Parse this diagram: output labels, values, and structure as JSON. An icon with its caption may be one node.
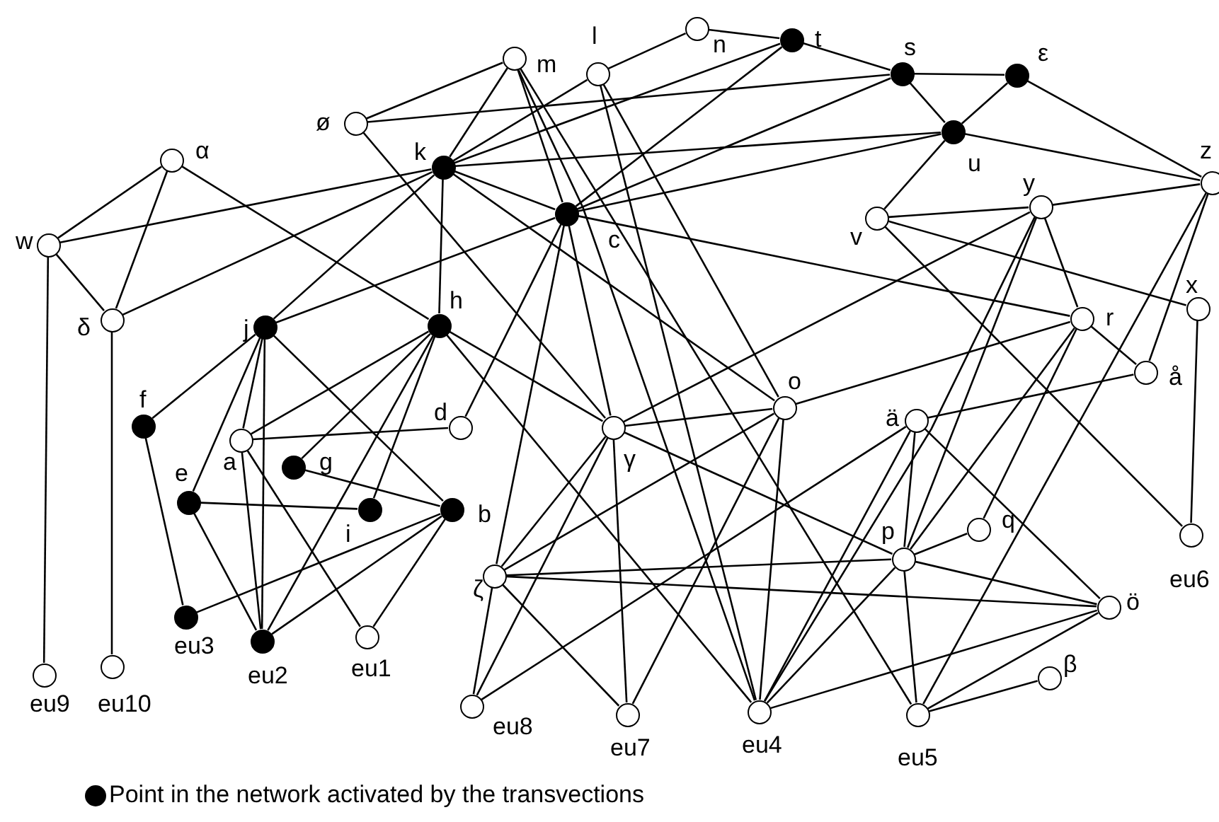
{
  "diagram": {
    "nodes": [
      {
        "text": [],
        "shape": "circle",
        "beside": [
          "n"
        ]
      },
      {
        "text": [],
        "shape": "dot",
        "beside": [
          "t"
        ]
      },
      {
        "text": [],
        "shape": "circle",
        "beside": [
          "m"
        ]
      },
      {
        "text": [],
        "shape": "circle",
        "beside": [
          "l"
        ]
      },
      {
        "text": [],
        "shape": "dot",
        "beside": [
          "s"
        ]
      },
      {
        "text": [],
        "shape": "dot",
        "beside": [
          "ε"
        ]
      },
      {
        "text": [],
        "shape": "circle",
        "beside": [
          "ø"
        ]
      },
      {
        "text": [],
        "shape": "dot",
        "beside": [
          "u"
        ]
      },
      {
        "text": [],
        "shape": "circle",
        "beside": [
          "α"
        ]
      },
      {
        "text": [],
        "shape": "dot",
        "beside": [
          "k"
        ]
      },
      {
        "text": [],
        "shape": "circle",
        "beside": [
          "z"
        ]
      },
      {
        "text": [],
        "shape": "circle",
        "beside": [
          "y"
        ]
      },
      {
        "text": [],
        "shape": "dot",
        "beside": [
          "c"
        ]
      },
      {
        "text": [],
        "shape": "circle",
        "beside": [
          "v"
        ]
      },
      {
        "text": [],
        "shape": "circle",
        "beside": [
          "w"
        ]
      },
      {
        "text": [],
        "shape": "circle",
        "beside": [
          "x"
        ]
      },
      {
        "text": [],
        "shape": "circle",
        "beside": [
          "r"
        ]
      },
      {
        "text": [],
        "shape": "circle",
        "beside": [
          "δ"
        ]
      },
      {
        "text": [],
        "shape": "dot",
        "beside": [
          "j"
        ]
      },
      {
        "text": [],
        "shape": "dot",
        "beside": [
          "h"
        ]
      },
      {
        "text": [],
        "shape": "circle",
        "beside": [
          "å"
        ]
      },
      {
        "text": [],
        "shape": "circle",
        "beside": [
          "γ"
        ]
      },
      {
        "text": [],
        "shape": "circle",
        "beside": [
          "o"
        ]
      },
      {
        "text": [],
        "shape": "circle",
        "beside": [
          "ä"
        ]
      },
      {
        "text": [],
        "shape": "dot",
        "beside": [
          "f"
        ]
      },
      {
        "text": [],
        "shape": "circle",
        "beside": [
          "d"
        ]
      },
      {
        "text": [],
        "shape": "circle",
        "beside": [
          "a"
        ]
      },
      {
        "text": [],
        "shape": "dot",
        "beside": [
          "g"
        ]
      },
      {
        "text": [],
        "shape": "dot",
        "beside": [
          "e"
        ]
      },
      {
        "text": [],
        "shape": "dot",
        "beside": [
          "i"
        ]
      },
      {
        "text": [],
        "shape": "dot",
        "beside": [
          "b"
        ]
      },
      {
        "text": [],
        "shape": "circle",
        "beside": [
          "q"
        ]
      },
      {
        "text": [],
        "shape": "circle",
        "beside": [
          "eu6"
        ]
      },
      {
        "text": [],
        "shape": "circle",
        "beside": [
          "p"
        ]
      },
      {
        "text": [],
        "shape": "circle",
        "beside": [
          "ζ"
        ]
      },
      {
        "text": [],
        "shape": "circle",
        "beside": [
          "ö"
        ]
      },
      {
        "text": [],
        "shape": "dot",
        "beside": [
          "eu3"
        ]
      },
      {
        "text": [],
        "shape": "dot",
        "beside": [
          "eu2"
        ]
      },
      {
        "text": [],
        "shape": "circle",
        "beside": [
          "eu1"
        ]
      },
      {
        "text": [],
        "shape": "circle",
        "beside": [
          "eu9"
        ]
      },
      {
        "text": [],
        "shape": "circle",
        "beside": [
          "eu10"
        ]
      },
      {
        "text": [],
        "shape": "circle",
        "beside": [
          "β"
        ]
      },
      {
        "text": [],
        "shape": "circle",
        "beside": [
          "eu8"
        ]
      },
      {
        "text": [],
        "shape": "circle",
        "beside": [
          "eu7"
        ]
      },
      {
        "text": [],
        "shape": "circle",
        "beside": [
          "eu4"
        ]
      },
      {
        "text": [],
        "shape": "circle",
        "beside": [
          "eu5"
        ]
      }
    ],
    "edges": [
      {
        "from": 3,
        "to": 0,
        "arrow": "none"
      },
      {
        "from": 0,
        "to": 1,
        "arrow": "none"
      },
      {
        "from": 1,
        "to": 4,
        "arrow": "none"
      },
      {
        "from": 1,
        "to": 12,
        "arrow": "none"
      },
      {
        "from": 1,
        "to": 9,
        "arrow": "none"
      },
      {
        "from": 4,
        "to": 5,
        "arrow": "none"
      },
      {
        "from": 4,
        "to": 7,
        "arrow": "none"
      },
      {
        "from": 4,
        "to": 12,
        "arrow": "none"
      },
      {
        "from": 6,
        "to": 4,
        "arrow": "none"
      },
      {
        "from": 5,
        "to": 7,
        "arrow": "none"
      },
      {
        "from": 5,
        "to": 10,
        "arrow": "none"
      },
      {
        "from": 7,
        "to": 10,
        "arrow": "none"
      },
      {
        "from": 7,
        "to": 13,
        "arrow": "none"
      },
      {
        "from": 9,
        "to": 7,
        "arrow": "none"
      },
      {
        "from": 12,
        "to": 7,
        "arrow": "none"
      },
      {
        "from": 2,
        "to": 6,
        "arrow": "none"
      },
      {
        "from": 2,
        "to": 9,
        "arrow": "none"
      },
      {
        "from": 2,
        "to": 12,
        "arrow": "none"
      },
      {
        "from": 2,
        "to": 44,
        "arrow": "none"
      },
      {
        "from": 2,
        "to": 45,
        "arrow": "none"
      },
      {
        "from": 3,
        "to": 9,
        "arrow": "none"
      },
      {
        "from": 3,
        "to": 22,
        "arrow": "none"
      },
      {
        "from": 3,
        "to": 44,
        "arrow": "none"
      },
      {
        "from": 6,
        "to": 21,
        "arrow": "none"
      },
      {
        "from": 8,
        "to": 14,
        "arrow": "none"
      },
      {
        "from": 8,
        "to": 17,
        "arrow": "none"
      },
      {
        "from": 8,
        "to": 19,
        "arrow": "none"
      },
      {
        "from": 14,
        "to": 17,
        "arrow": "none"
      },
      {
        "from": 14,
        "to": 9,
        "arrow": "none"
      },
      {
        "from": 14,
        "to": 39,
        "arrow": "none"
      },
      {
        "from": 17,
        "to": 40,
        "arrow": "none"
      },
      {
        "from": 17,
        "to": 9,
        "arrow": "none"
      },
      {
        "from": 9,
        "to": 12,
        "arrow": "none"
      },
      {
        "from": 9,
        "to": 18,
        "arrow": "none"
      },
      {
        "from": 9,
        "to": 19,
        "arrow": "none"
      },
      {
        "from": 9,
        "to": 22,
        "arrow": "none"
      },
      {
        "from": 12,
        "to": 18,
        "arrow": "none"
      },
      {
        "from": 12,
        "to": 16,
        "arrow": "none"
      },
      {
        "from": 12,
        "to": 25,
        "arrow": "none"
      },
      {
        "from": 12,
        "to": 34,
        "arrow": "none"
      },
      {
        "from": 12,
        "to": 21,
        "arrow": "none"
      },
      {
        "from": 10,
        "to": 11,
        "arrow": "none"
      },
      {
        "from": 10,
        "to": 20,
        "arrow": "none"
      },
      {
        "from": 10,
        "to": 45,
        "arrow": "none"
      },
      {
        "from": 13,
        "to": 11,
        "arrow": "none"
      },
      {
        "from": 13,
        "to": 15,
        "arrow": "none"
      },
      {
        "from": 13,
        "to": 32,
        "arrow": "none"
      },
      {
        "from": 11,
        "to": 21,
        "arrow": "none"
      },
      {
        "from": 11,
        "to": 16,
        "arrow": "none"
      },
      {
        "from": 11,
        "to": 33,
        "arrow": "none"
      },
      {
        "from": 11,
        "to": 44,
        "arrow": "none"
      },
      {
        "from": 15,
        "to": 32,
        "arrow": "none"
      },
      {
        "from": 16,
        "to": 20,
        "arrow": "none"
      },
      {
        "from": 16,
        "to": 22,
        "arrow": "none"
      },
      {
        "from": 16,
        "to": 33,
        "arrow": "none"
      },
      {
        "from": 16,
        "to": 31,
        "arrow": "none"
      },
      {
        "from": 18,
        "to": 24,
        "arrow": "none"
      },
      {
        "from": 18,
        "to": 28,
        "arrow": "none"
      },
      {
        "from": 18,
        "to": 26,
        "arrow": "none"
      },
      {
        "from": 18,
        "to": 37,
        "arrow": "none"
      },
      {
        "from": 18,
        "to": 30,
        "arrow": "none"
      },
      {
        "from": 19,
        "to": 21,
        "arrow": "none"
      },
      {
        "from": 19,
        "to": 44,
        "arrow": "none"
      },
      {
        "from": 19,
        "to": 26,
        "arrow": "none"
      },
      {
        "from": 19,
        "to": 27,
        "arrow": "none"
      },
      {
        "from": 19,
        "to": 29,
        "arrow": "none"
      },
      {
        "from": 19,
        "to": 37,
        "arrow": "none"
      },
      {
        "from": 20,
        "to": 23,
        "arrow": "none"
      },
      {
        "from": 21,
        "to": 22,
        "arrow": "none"
      },
      {
        "from": 21,
        "to": 33,
        "arrow": "none"
      },
      {
        "from": 21,
        "to": 43,
        "arrow": "none"
      },
      {
        "from": 21,
        "to": 34,
        "arrow": "none"
      },
      {
        "from": 21,
        "to": 42,
        "arrow": "none"
      },
      {
        "from": 22,
        "to": 34,
        "arrow": "none"
      },
      {
        "from": 22,
        "to": 44,
        "arrow": "none"
      },
      {
        "from": 22,
        "to": 43,
        "arrow": "none"
      },
      {
        "from": 23,
        "to": 35,
        "arrow": "none"
      },
      {
        "from": 23,
        "to": 33,
        "arrow": "none"
      },
      {
        "from": 23,
        "to": 44,
        "arrow": "none"
      },
      {
        "from": 23,
        "to": 42,
        "arrow": "none"
      },
      {
        "from": 24,
        "to": 36,
        "arrow": "none"
      },
      {
        "from": 26,
        "to": 25,
        "arrow": "none"
      },
      {
        "from": 26,
        "to": 37,
        "arrow": "none"
      },
      {
        "from": 26,
        "to": 38,
        "arrow": "none"
      },
      {
        "from": 27,
        "to": 30,
        "arrow": "none"
      },
      {
        "from": 28,
        "to": 29,
        "arrow": "none"
      },
      {
        "from": 28,
        "to": 37,
        "arrow": "none"
      },
      {
        "from": 30,
        "to": 36,
        "arrow": "none"
      },
      {
        "from": 30,
        "to": 37,
        "arrow": "none"
      },
      {
        "from": 30,
        "to": 38,
        "arrow": "none"
      },
      {
        "from": 31,
        "to": 33,
        "arrow": "none"
      },
      {
        "from": 33,
        "to": 35,
        "arrow": "none"
      },
      {
        "from": 33,
        "to": 45,
        "arrow": "none"
      },
      {
        "from": 33,
        "to": 44,
        "arrow": "none"
      },
      {
        "from": 33,
        "to": 34,
        "arrow": "none"
      },
      {
        "from": 34,
        "to": 35,
        "arrow": "none"
      },
      {
        "from": 34,
        "to": 42,
        "arrow": "none"
      },
      {
        "from": 34,
        "to": 43,
        "arrow": "none"
      },
      {
        "from": 35,
        "to": 44,
        "arrow": "none"
      },
      {
        "from": 35,
        "to": 45,
        "arrow": "none"
      },
      {
        "from": 41,
        "to": 45,
        "arrow": "none"
      }
    ],
    "legend": [
      {
        "text": "Point in the network activated by the transvections",
        "color": "#000000"
      }
    ]
  }
}
